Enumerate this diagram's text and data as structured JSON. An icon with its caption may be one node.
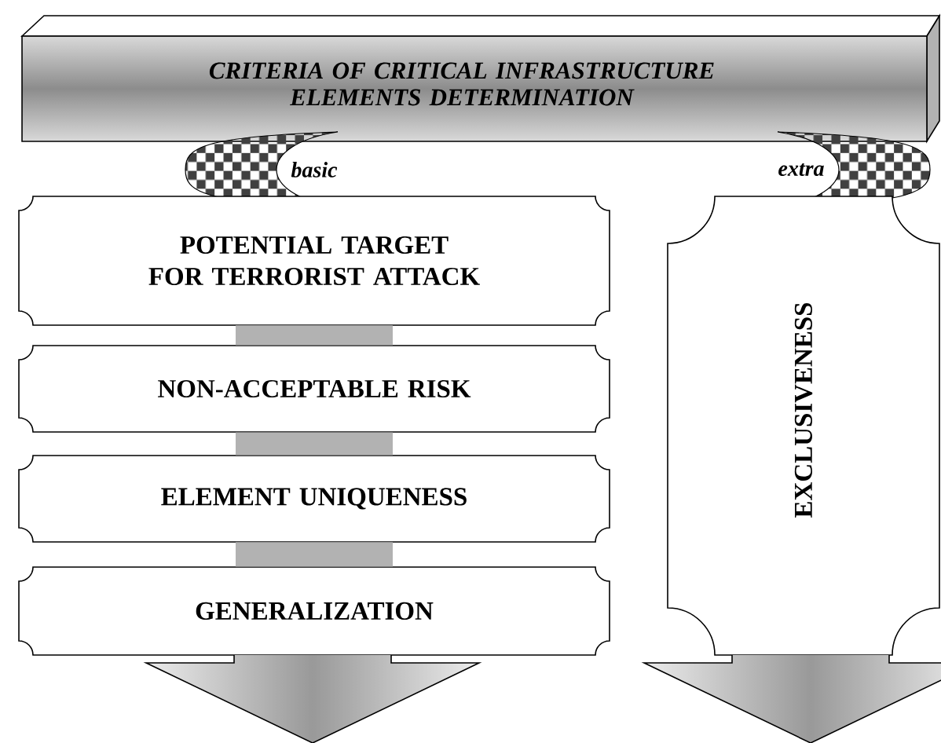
{
  "diagram": {
    "nodes": [
      {
        "text": [
          "CRITERIA OF CRITICAL INFRASTRUCTURE ELEMENTS DETERMINATION"
        ]
      },
      {
        "text": [
          "basic"
        ]
      },
      {
        "text": [
          "extra"
        ]
      },
      {
        "text": [
          "POTENTIAL TARGET FOR TERRORIST ATTACK"
        ]
      },
      {
        "text": [
          "NON-ACCEPTABLE RISK"
        ]
      },
      {
        "text": [
          "ELEMENT UNIQUENESS"
        ]
      },
      {
        "text": [
          "GENERALIZATION"
        ]
      },
      {
        "text": [
          "EXCLUSIVENESS"
        ]
      }
    ],
    "edges": [
      {
        "from": 3,
        "to": 4,
        "arrow": "none"
      },
      {
        "from": 4,
        "to": 5,
        "arrow": "none"
      },
      {
        "from": 5,
        "to": 6,
        "arrow": "none"
      }
    ]
  }
}
